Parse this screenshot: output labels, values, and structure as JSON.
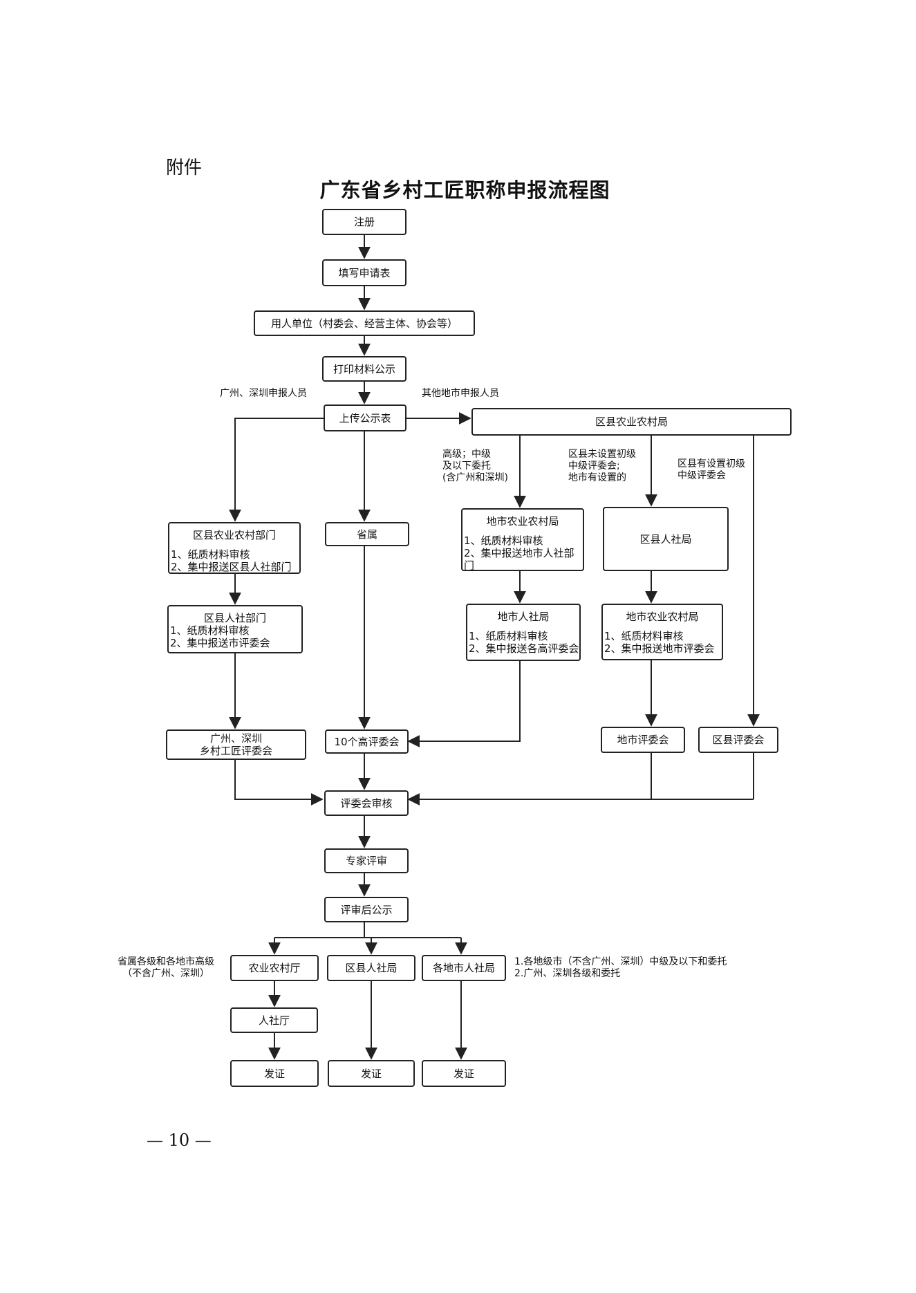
{
  "header": {
    "attachment": "附件",
    "title": "广东省乡村工匠职称申报流程图"
  },
  "steps": {
    "register": "注册",
    "fill_form": "填写申请表",
    "employer": "用人单位（村委会、经营主体、协会等）",
    "print_publicity": "打印材料公示",
    "upload": "上传公示表",
    "district_agri_bureau": "区县农业农村局",
    "province": "省属",
    "district_agri_dept": {
      "title": "区县农业农村部门",
      "items": [
        "1、纸质材料审核",
        "2、集中报送区县人社部门"
      ]
    },
    "district_hr_dept": {
      "title": "区县人社部门",
      "items": [
        "1、纸质材料审核",
        "2、集中报送市评委会"
      ]
    },
    "gz_sz_committee": [
      "广州、深圳",
      "乡村工匠评委会"
    ],
    "city_agri_bureau": {
      "title": "地市农业农村局",
      "items": [
        "1、纸质材料审核",
        "2、集中报送地市人社部门"
      ]
    },
    "city_hr_bureau": {
      "title": "地市人社局",
      "items": [
        "1、纸质材料审核",
        "2、集中报送各高评委会"
      ]
    },
    "district_hr_bureau": "区县人社局",
    "city_agri_bureau_2": {
      "title": "地市农业农村局",
      "items": [
        "1、纸质材料审核",
        "2、集中报送地市评委会"
      ]
    },
    "ten_senior_committees": "10个高评委会",
    "city_committee": "地市评委会",
    "district_committee": "区县评委会",
    "committee_review": "评委会审核",
    "expert_review": "专家评审",
    "post_review_publicity": "评审后公示",
    "provincial_agri_dept": "农业农村厅",
    "district_hr_bureau_2": "区县人社局",
    "city_hr_bureaus": "各地市人社局",
    "provincial_hr_dept": "人社厅",
    "certificate": "发证"
  },
  "labels": {
    "gz_sz_applicants": "广州、深圳申报人员",
    "other_city_applicants": "其他地市申报人员",
    "senior_mid": [
      "高级；中级",
      "及以下委托",
      "(含广州和深圳)"
    ],
    "no_primary_committee": [
      "区县未设置初级",
      "中级评委会;",
      "地市有设置的"
    ],
    "has_primary_committee": [
      "区县有设置初级",
      "中级评委会"
    ],
    "provincial_scope": [
      "省属各级和各地市高级",
      "（不含广州、深圳）"
    ],
    "city_scope": [
      "1.各地级市（不含广州、深圳）中级及以下和委托",
      "2.广州、深圳各级和委托"
    ]
  },
  "footer": {
    "page_number": "— 10 —"
  }
}
